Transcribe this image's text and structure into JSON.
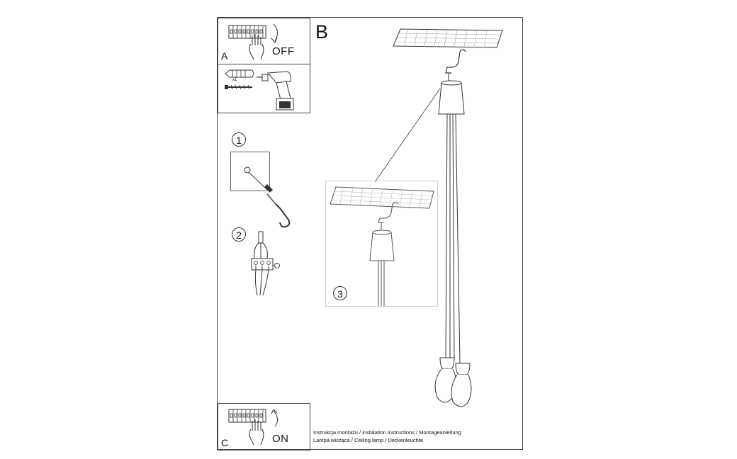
{
  "panel_a": {
    "label": "A",
    "switch_text": "OFF"
  },
  "panel_c": {
    "label": "C",
    "switch_text": "ON"
  },
  "panel_b": {
    "label": "B"
  },
  "steps": [
    "1",
    "2",
    "3"
  ],
  "drill": {
    "quantity": "x1"
  },
  "footer": {
    "line1": "Instrukcja montażu / instalation instructions / Montageanleitung",
    "line2": "Lampa wisząca / Ceiling lamp  / Deckenleuchte"
  },
  "icons": [
    "breaker-panel-icon",
    "hand-icon",
    "curved-arrow-icon",
    "wall-plug-icon",
    "screw-icon",
    "drill-icon",
    "hook-icon",
    "terminal-block-icon",
    "ceiling-plate-icon",
    "pendant-lamp-icon"
  ]
}
